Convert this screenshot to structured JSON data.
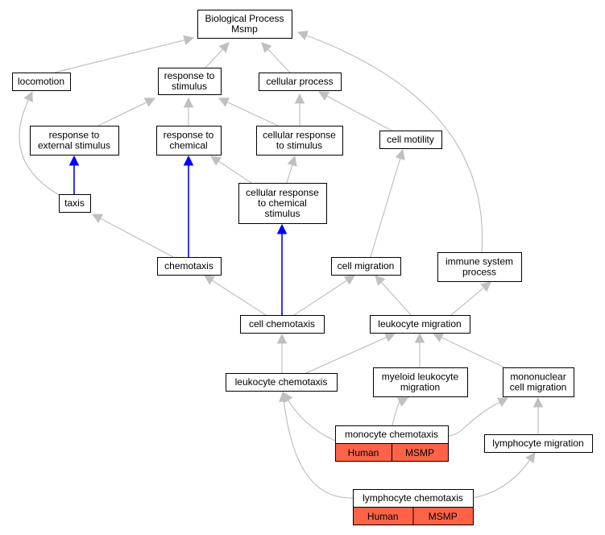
{
  "colors": {
    "edge_gray": "#c0c0c0",
    "edge_blue": "#0000ff",
    "tag_fill": "#ff6347"
  },
  "nodes": {
    "biological_process": [
      "Biological Process",
      "Msmp"
    ],
    "locomotion": [
      "locomotion"
    ],
    "response_to_stimulus": [
      "response to",
      "stimulus"
    ],
    "cellular_process": [
      "cellular process"
    ],
    "response_to_external_stimulus": [
      "response to",
      "external stimulus"
    ],
    "response_to_chemical": [
      "response to",
      "chemical"
    ],
    "cellular_response_to_stimulus": [
      "cellular response",
      "to stimulus"
    ],
    "cell_motility": [
      "cell motility"
    ],
    "taxis": [
      "taxis"
    ],
    "cellular_response_to_chemical_stimulus": [
      "cellular response",
      "to chemical",
      "stimulus"
    ],
    "chemotaxis": [
      "chemotaxis"
    ],
    "cell_migration": [
      "cell migration"
    ],
    "immune_system_process": [
      "immune system",
      "process"
    ],
    "cell_chemotaxis": [
      "cell chemotaxis"
    ],
    "leukocyte_migration": [
      "leukocyte migration"
    ],
    "leukocyte_chemotaxis": [
      "leukocyte chemotaxis"
    ],
    "myeloid_leukocyte_migration": [
      "myeloid leukocyte",
      "migration"
    ],
    "mononuclear_cell_migration": [
      "mononuclear",
      "cell migration"
    ],
    "monocyte_chemotaxis": [
      "monocyte chemotaxis"
    ],
    "lymphocyte_migration": [
      "lymphocyte migration"
    ],
    "lymphocyte_chemotaxis": [
      "lymphocyte chemotaxis"
    ]
  },
  "annotations": {
    "monocyte_chemotaxis": [
      "Human",
      "MSMP"
    ],
    "lymphocyte_chemotaxis": [
      "Human",
      "MSMP"
    ]
  },
  "edges": [
    {
      "from": "locomotion",
      "to": "biological_process",
      "color": "gray"
    },
    {
      "from": "response_to_stimulus",
      "to": "biological_process",
      "color": "gray"
    },
    {
      "from": "cellular_process",
      "to": "biological_process",
      "color": "gray"
    },
    {
      "from": "immune_system_process",
      "to": "biological_process",
      "color": "gray"
    },
    {
      "from": "response_to_external_stimulus",
      "to": "response_to_stimulus",
      "color": "gray"
    },
    {
      "from": "response_to_chemical",
      "to": "response_to_stimulus",
      "color": "gray"
    },
    {
      "from": "cellular_response_to_stimulus",
      "to": "response_to_stimulus",
      "color": "gray"
    },
    {
      "from": "cellular_response_to_stimulus",
      "to": "cellular_process",
      "color": "gray"
    },
    {
      "from": "cell_motility",
      "to": "cellular_process",
      "color": "gray"
    },
    {
      "from": "taxis",
      "to": "locomotion",
      "color": "gray"
    },
    {
      "from": "taxis",
      "to": "response_to_external_stimulus",
      "color": "blue"
    },
    {
      "from": "cellular_response_to_chemical_stimulus",
      "to": "response_to_chemical",
      "color": "gray"
    },
    {
      "from": "cellular_response_to_chemical_stimulus",
      "to": "cellular_response_to_stimulus",
      "color": "gray"
    },
    {
      "from": "chemotaxis",
      "to": "taxis",
      "color": "gray"
    },
    {
      "from": "chemotaxis",
      "to": "response_to_chemical",
      "color": "blue"
    },
    {
      "from": "cell_migration",
      "to": "cell_motility",
      "color": "gray"
    },
    {
      "from": "cell_chemotaxis",
      "to": "chemotaxis",
      "color": "gray"
    },
    {
      "from": "cell_chemotaxis",
      "to": "cellular_response_to_chemical_stimulus",
      "color": "blue"
    },
    {
      "from": "cell_chemotaxis",
      "to": "cell_migration",
      "color": "gray"
    },
    {
      "from": "leukocyte_migration",
      "to": "cell_migration",
      "color": "gray"
    },
    {
      "from": "leukocyte_migration",
      "to": "immune_system_process",
      "color": "gray"
    },
    {
      "from": "leukocyte_chemotaxis",
      "to": "cell_chemotaxis",
      "color": "gray"
    },
    {
      "from": "leukocyte_chemotaxis",
      "to": "leukocyte_migration",
      "color": "gray"
    },
    {
      "from": "myeloid_leukocyte_migration",
      "to": "leukocyte_migration",
      "color": "gray"
    },
    {
      "from": "mononuclear_cell_migration",
      "to": "leukocyte_migration",
      "color": "gray"
    },
    {
      "from": "monocyte_chemotaxis",
      "to": "leukocyte_chemotaxis",
      "color": "gray"
    },
    {
      "from": "monocyte_chemotaxis",
      "to": "myeloid_leukocyte_migration",
      "color": "gray"
    },
    {
      "from": "monocyte_chemotaxis",
      "to": "mononuclear_cell_migration",
      "color": "gray"
    },
    {
      "from": "lymphocyte_migration",
      "to": "mononuclear_cell_migration",
      "color": "gray"
    },
    {
      "from": "lymphocyte_chemotaxis",
      "to": "leukocyte_chemotaxis",
      "color": "gray"
    },
    {
      "from": "lymphocyte_chemotaxis",
      "to": "lymphocyte_migration",
      "color": "gray"
    }
  ]
}
